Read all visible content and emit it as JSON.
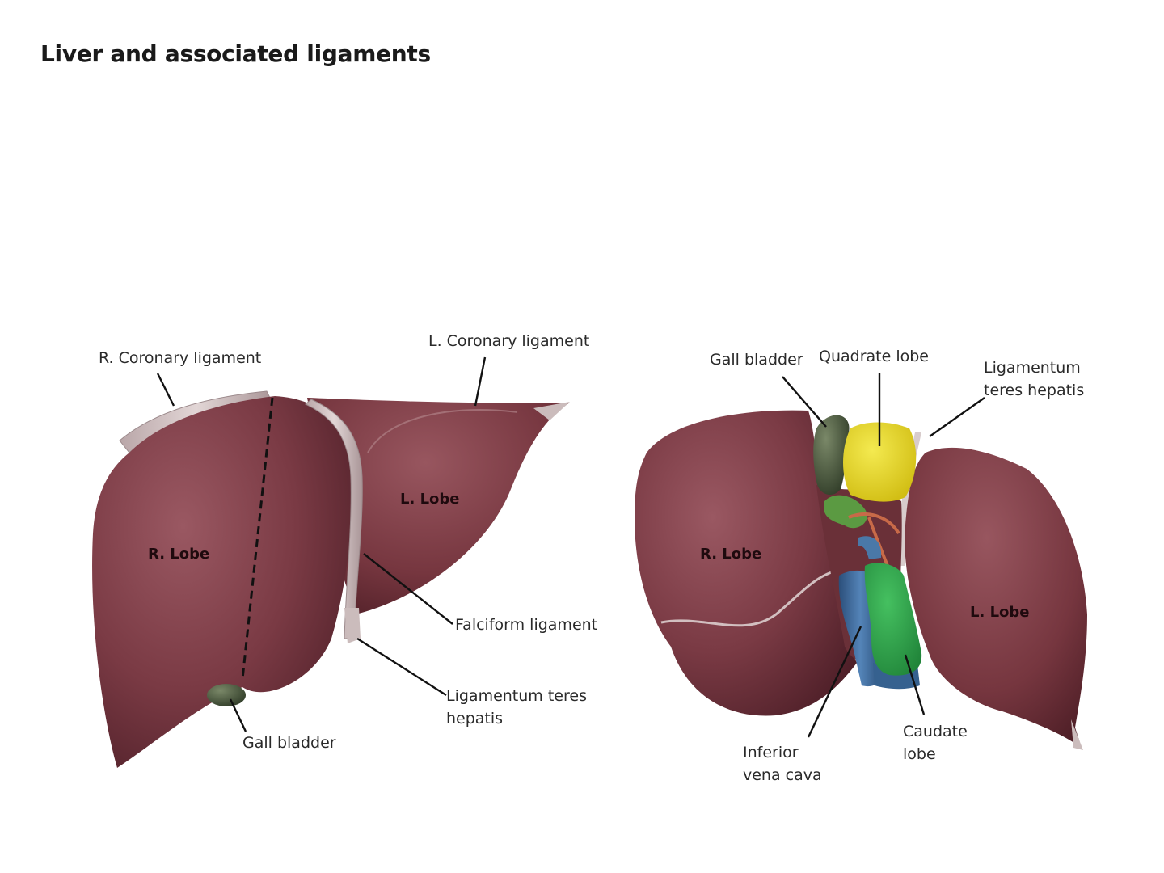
{
  "title": "Liver and associated ligaments",
  "anterior_view": {
    "labels": {
      "r_coronary": "R. Coronary ligament",
      "l_coronary": "L. Coronary ligament",
      "r_lobe": "R. Lobe",
      "l_lobe": "L. Lobe",
      "falciform": "Falciform ligament",
      "lig_teres_1": "Ligamentum teres",
      "lig_teres_2": "hepatis",
      "gall_bladder": "Gall bladder"
    }
  },
  "inferior_view": {
    "labels": {
      "gall_bladder": "Gall bladder",
      "quadrate": "Quadrate lobe",
      "lig_teres_1": "Ligamentum",
      "lig_teres_2": "teres hepatis",
      "r_lobe": "R. Lobe",
      "l_lobe": "L. Lobe",
      "ivc_1": "Inferior",
      "ivc_2": "vena cava",
      "caudate_1": "Caudate",
      "caudate_2": "lobe"
    }
  },
  "colors": {
    "liver": "#7a3a44",
    "ligament": "#d4c4c4",
    "gall_bladder": "#4a5a3a",
    "quadrate_lobe": "#e8d820",
    "caudate_lobe": "#2fa24a",
    "vena_cava": "#3e6c9e"
  }
}
